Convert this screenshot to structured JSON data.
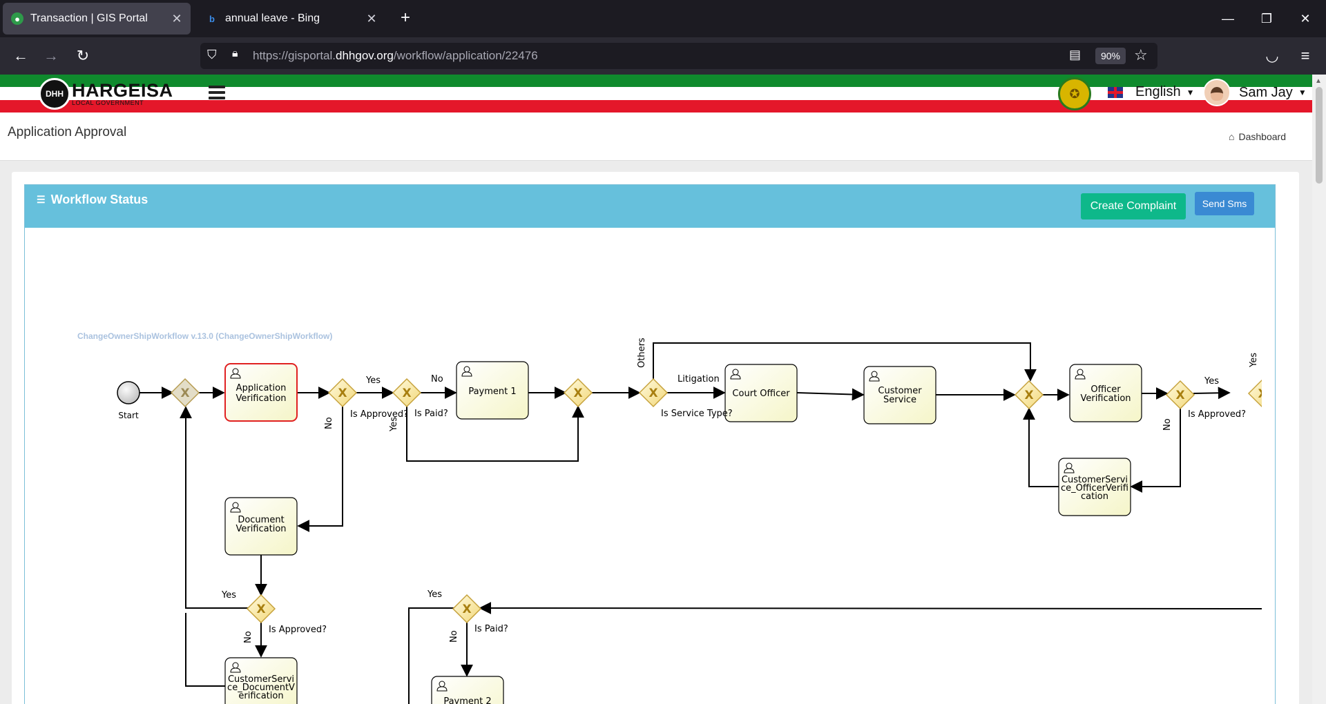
{
  "browser": {
    "tabs": [
      {
        "title": "Transaction | GIS Portal",
        "active": true
      },
      {
        "title": "annual leave - Bing",
        "active": false
      }
    ],
    "url_prefix": "https://gisportal.",
    "url_domain": "dhhgov.org",
    "url_path": "/workflow/application/22476",
    "zoom": "90%"
  },
  "header": {
    "logo_text": "HARGEISA",
    "logo_subtext": "LOCAL GOVERNMENT",
    "logo_mark": "DHH",
    "language": "English",
    "user_name": "Sam Jay"
  },
  "page": {
    "title": "Application Approval",
    "breadcrumb": "Dashboard"
  },
  "panel": {
    "title": "Workflow Status",
    "create_complaint": "Create Complaint",
    "send_sms": "Send Sms"
  },
  "workflow": {
    "name": "ChangeOwnerShipWorkflow v.13.0 (ChangeOwnerShipWorkflow)",
    "start_label": "Start",
    "tasks": {
      "app_verification": [
        "Application",
        "Verification"
      ],
      "payment1": [
        "Payment 1"
      ],
      "court_officer": [
        "Court Officer"
      ],
      "customer_service": [
        "Customer",
        "Service"
      ],
      "officer_verification": [
        "Officer",
        "Verification"
      ],
      "cs_officer_verification": [
        "CustomerServi",
        "ce_OfficerVerifi",
        "cation"
      ],
      "doc_verification": [
        "Document",
        "Verification"
      ],
      "cs_doc_verification": [
        "CustomerServi",
        "ce_DocumentV",
        "erification"
      ],
      "payment2": [
        "Payment 2"
      ]
    },
    "gateway_labels": {
      "is_approved": "Is Approved?",
      "is_paid": "Is Paid?",
      "is_service_type": "Is Service Type?"
    },
    "flow_labels": {
      "yes": "Yes",
      "no": "No",
      "litigation": "Litigation",
      "others": "Others"
    },
    "colors": {
      "task_fill": "#fafad2",
      "task_active_border": "#e02020",
      "gateway_fill": "#f4e08a",
      "gateway_mark": "#a07a00"
    }
  }
}
